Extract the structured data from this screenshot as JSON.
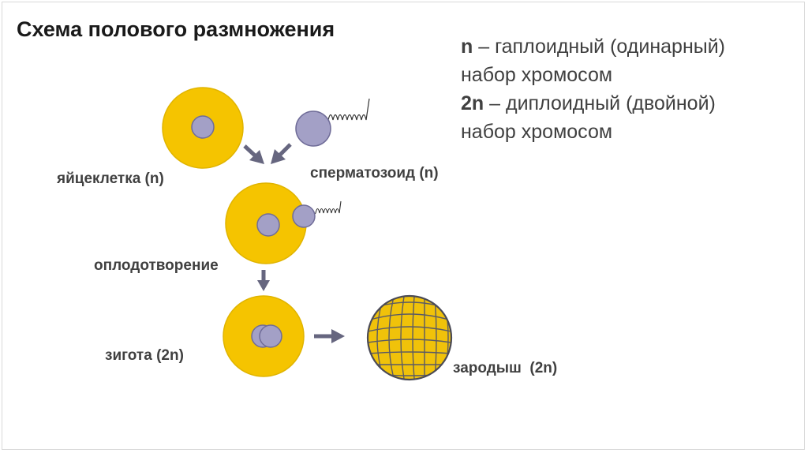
{
  "title": "Схема полового размножения",
  "legend": {
    "line1_symbol": "n",
    "line1_text": " – гаплоидный (одинарный)",
    "line2_text": "набор хромосом",
    "line3_symbol": "2n",
    "line3_text": " – диплоидный (двойной)",
    "line4_text": "набор хромосом"
  },
  "labels": {
    "egg": "яйцеклетка (n)",
    "sperm": "сперматозоид (n)",
    "fertilization": "оплодотворение",
    "zygote": "зигота (2n)",
    "embryo": "зародыш  (2n)"
  },
  "colors": {
    "cell_yellow": "#f5c400",
    "cell_border": "#e0b400",
    "nucleus": "#a3a0c6",
    "nucleus_border": "#6f6c98",
    "arrow": "#66667f",
    "embryo_fill": "#f0c20a",
    "embryo_lines": "#5a5a66"
  }
}
